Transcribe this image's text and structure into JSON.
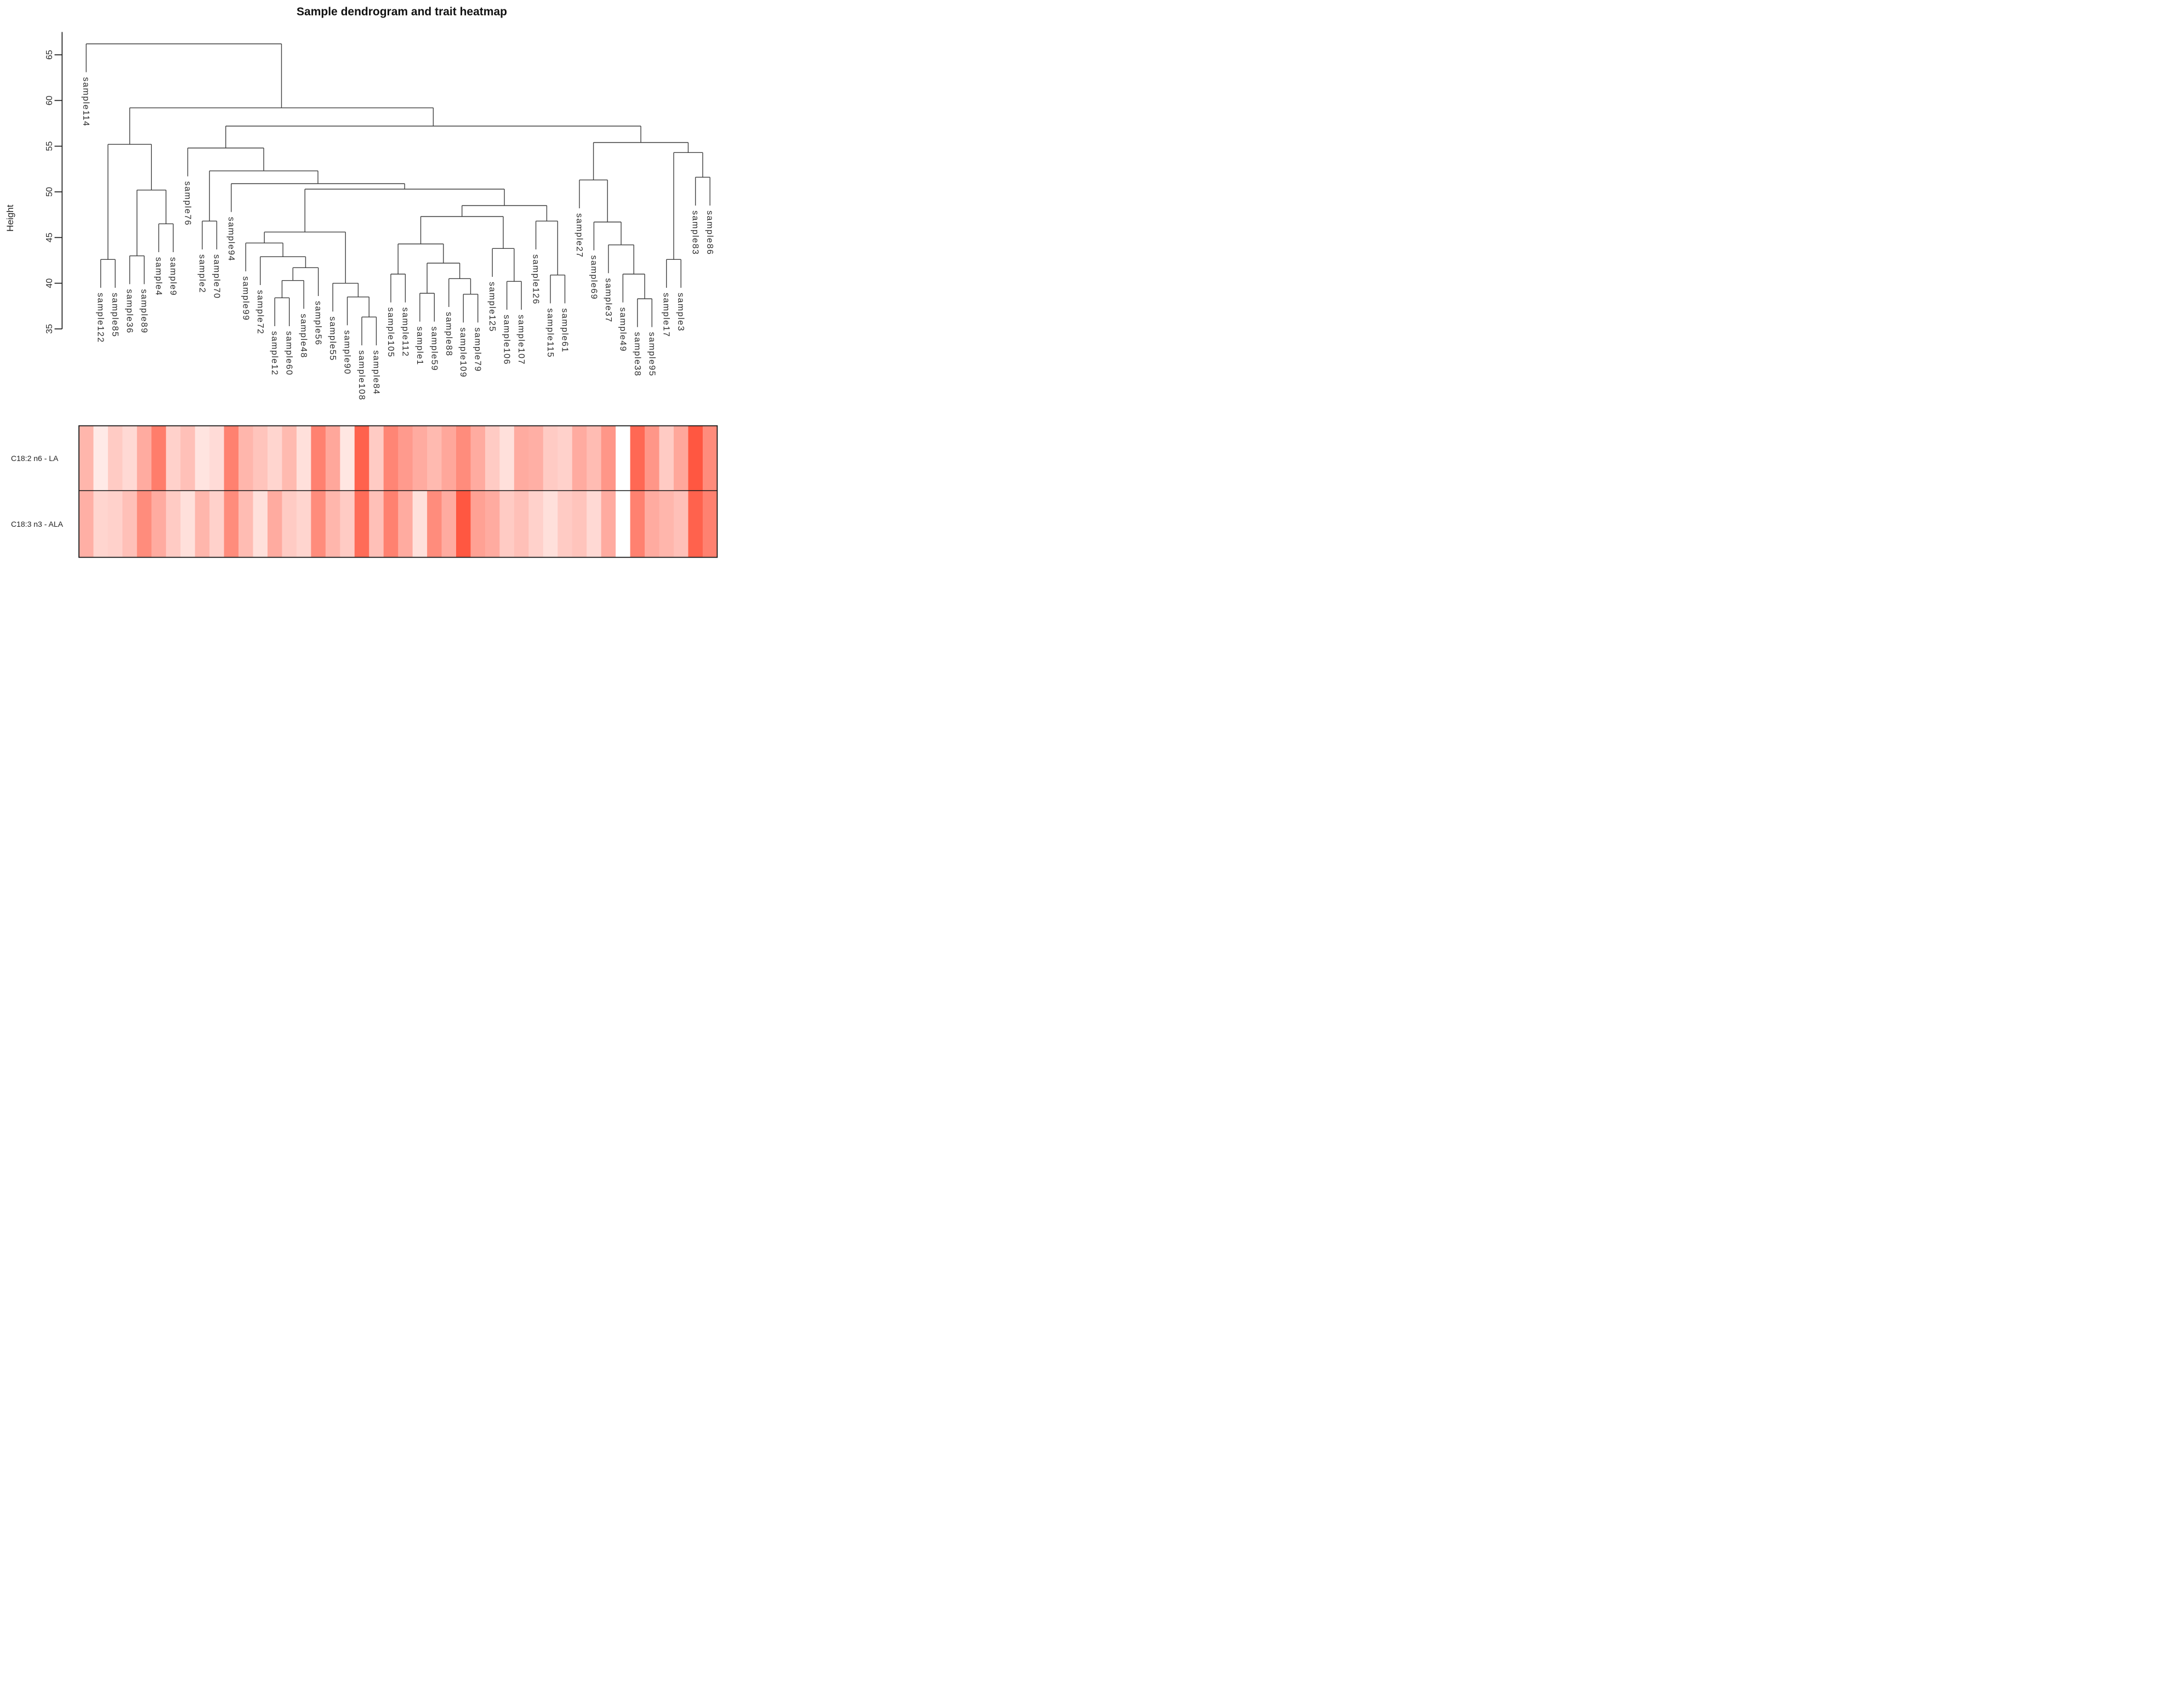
{
  "chart_data": {
    "type": "dendrogram+heatmap",
    "title": "Sample dendrogram and trait heatmap",
    "ylabel": "Height",
    "yticks": [
      35,
      40,
      45,
      50,
      55,
      60,
      65
    ],
    "ylim": [
      33,
      67.5
    ],
    "hang": 3.1,
    "legend_position": "none",
    "grid": false,
    "leaf_order": [
      "sample114",
      "sample122",
      "sample85",
      "sample36",
      "sample89",
      "sample4",
      "sample9",
      "sample76",
      "sample2",
      "sample70",
      "sample94",
      "sample99",
      "sample72",
      "sample12",
      "sample60",
      "sample48",
      "sample56",
      "sample55",
      "sample90",
      "sample108",
      "sample84",
      "sample105",
      "sample112",
      "sample1",
      "sample59",
      "sample88",
      "sample109",
      "sample79",
      "sample125",
      "sample106",
      "sample107",
      "sample126",
      "sample115",
      "sample61",
      "sample27",
      "sample69",
      "sample37",
      "sample49",
      "sample38",
      "sample95",
      "sample17",
      "sample3",
      "sample83",
      "sample86"
    ],
    "tree": {
      "h": 66.2,
      "c": [
        "sample114",
        {
          "h": 59.2,
          "c": [
            {
              "h": 55.2,
              "c": [
                {
                  "h": 42.6,
                  "c": [
                    "sample122",
                    "sample85"
                  ]
                },
                {
                  "h": 50.2,
                  "c": [
                    {
                      "h": 43.0,
                      "c": [
                        "sample36",
                        "sample89"
                      ]
                    },
                    {
                      "h": 46.5,
                      "c": [
                        "sample4",
                        "sample9"
                      ]
                    }
                  ]
                }
              ]
            },
            {
              "h": 57.2,
              "c": [
                {
                  "h": 54.8,
                  "c": [
                    "sample76",
                    {
                      "h": 52.3,
                      "c": [
                        {
                          "h": 46.8,
                          "c": [
                            "sample2",
                            "sample70"
                          ]
                        },
                        {
                          "h": 50.9,
                          "c": [
                            "sample94",
                            {
                              "h": 50.3,
                              "c": [
                                {
                                  "h": 45.6,
                                  "c": [
                                    {
                                      "h": 44.4,
                                      "c": [
                                        "sample99",
                                        {
                                          "h": 42.9,
                                          "c": [
                                            "sample72",
                                            {
                                              "h": 41.7,
                                              "c": [
                                                {
                                                  "h": 40.3,
                                                  "c": [
                                                    {
                                                      "h": 38.4,
                                                      "c": [
                                                        "sample12",
                                                        "sample60"
                                                      ]
                                                    },
                                                    "sample48"
                                                  ]
                                                },
                                                "sample56"
                                              ]
                                            }
                                          ]
                                        }
                                      ]
                                    },
                                    {
                                      "h": 40.0,
                                      "c": [
                                        "sample55",
                                        {
                                          "h": 38.5,
                                          "c": [
                                            "sample90",
                                            {
                                              "h": 36.3,
                                              "c": [
                                                "sample108",
                                                "sample84"
                                              ]
                                            }
                                          ]
                                        }
                                      ]
                                    }
                                  ]
                                },
                                {
                                  "h": 48.5,
                                  "c": [
                                    {
                                      "h": 47.3,
                                      "c": [
                                        {
                                          "h": 44.3,
                                          "c": [
                                            {
                                              "h": 41.0,
                                              "c": [
                                                "sample105",
                                                "sample112"
                                              ]
                                            },
                                            {
                                              "h": 42.2,
                                              "c": [
                                                {
                                                  "h": 38.9,
                                                  "c": [
                                                    "sample1",
                                                    "sample59"
                                                  ]
                                                },
                                                {
                                                  "h": 40.5,
                                                  "c": [
                                                    "sample88",
                                                    {
                                                      "h": 38.8,
                                                      "c": [
                                                        "sample109",
                                                        "sample79"
                                                      ]
                                                    }
                                                  ]
                                                }
                                              ]
                                            }
                                          ]
                                        },
                                        {
                                          "h": 43.8,
                                          "c": [
                                            "sample125",
                                            {
                                              "h": 40.2,
                                              "c": [
                                                "sample106",
                                                "sample107"
                                              ]
                                            }
                                          ]
                                        }
                                      ]
                                    },
                                    {
                                      "h": 46.8,
                                      "c": [
                                        "sample126",
                                        {
                                          "h": 40.9,
                                          "c": [
                                            "sample115",
                                            "sample61"
                                          ]
                                        }
                                      ]
                                    }
                                  ]
                                }
                              ]
                            }
                          ]
                        }
                      ]
                    }
                  ]
                },
                {
                  "h": 55.4,
                  "c": [
                    {
                      "h": 51.3,
                      "c": [
                        "sample27",
                        {
                          "h": 46.7,
                          "c": [
                            "sample69",
                            {
                              "h": 44.2,
                              "c": [
                                "sample37",
                                {
                                  "h": 41.0,
                                  "c": [
                                    "sample49",
                                    {
                                      "h": 38.3,
                                      "c": [
                                        "sample38",
                                        "sample95"
                                      ]
                                    }
                                  ]
                                }
                              ]
                            }
                          ]
                        }
                      ]
                    },
                    {
                      "h": 54.3,
                      "c": [
                        {
                          "h": 42.6,
                          "c": [
                            "sample17",
                            "sample3"
                          ]
                        },
                        {
                          "h": 51.6,
                          "c": [
                            "sample83",
                            "sample86"
                          ]
                        }
                      ]
                    }
                  ]
                }
              ]
            }
          ]
        }
      ]
    },
    "heatmap": {
      "palette": {
        "min_color": "#ffffff",
        "max_color": "#ff2d00"
      },
      "rows": [
        {
          "label": "C18:2 n6 - LA",
          "values": [
            0.35,
            0.1,
            0.25,
            0.18,
            0.4,
            0.62,
            0.22,
            0.3,
            0.13,
            0.17,
            0.6,
            0.35,
            0.28,
            0.2,
            0.33,
            0.15,
            0.6,
            0.42,
            0.12,
            0.75,
            0.25,
            0.58,
            0.48,
            0.4,
            0.33,
            0.42,
            0.55,
            0.4,
            0.25,
            0.15,
            0.4,
            0.38,
            0.25,
            0.22,
            0.4,
            0.32,
            0.5,
            0.0,
            0.72,
            0.5,
            0.25,
            0.42,
            0.8,
            0.55
          ]
        },
        {
          "label": "C18:3 n3 - ALA",
          "values": [
            0.38,
            0.2,
            0.22,
            0.3,
            0.55,
            0.4,
            0.25,
            0.15,
            0.35,
            0.22,
            0.55,
            0.32,
            0.15,
            0.4,
            0.25,
            0.2,
            0.55,
            0.35,
            0.25,
            0.7,
            0.3,
            0.6,
            0.4,
            0.15,
            0.55,
            0.4,
            0.8,
            0.45,
            0.4,
            0.25,
            0.3,
            0.22,
            0.15,
            0.25,
            0.28,
            0.18,
            0.4,
            0.0,
            0.6,
            0.4,
            0.35,
            0.3,
            0.75,
            0.6
          ]
        }
      ]
    },
    "colors": {
      "dendrogram_line": "#3f3f3f",
      "axis": "#1f1f1f",
      "heatmap_border": "#1a1a1a",
      "label_text": "#2b2b2b"
    }
  }
}
